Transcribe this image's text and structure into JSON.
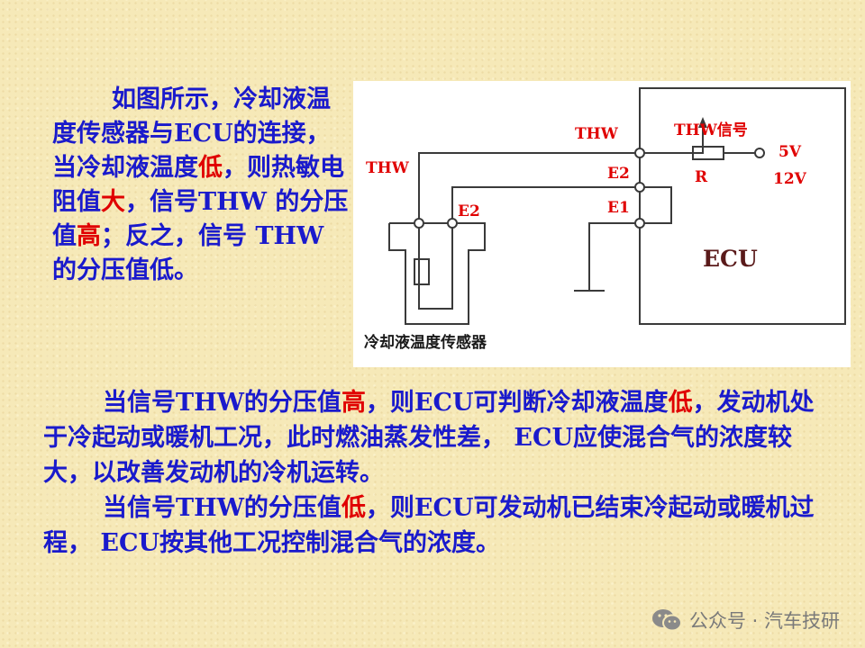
{
  "intro": {
    "p1": "如图所示，冷却液温度传感器与ECU的连接，当冷却液温度",
    "r1": "低",
    "p2": "，则热敏电阻值",
    "r2": "大",
    "p3": "，信号THW 的分压值",
    "r3": "高",
    "p4": "；反之，信号 THW 的分压值低。"
  },
  "body": {
    "s1a": "当信号THW的分压值",
    "s1r1": "高",
    "s1b": "，则ECU可判断冷却液温度",
    "s1r2": "低",
    "s1c": "，发动机处于冷起动或暖机工况，此时燃油蒸发性差， ECU应使混合气的浓度较大，以改善发动机的冷机运转。",
    "s2a": "当信号THW的分压值",
    "s2r1": "低",
    "s2b": "，则ECU可发动机已结束冷起动或暖机过程， ECU按其他工况控制混合气的浓度。"
  },
  "diagram": {
    "thw_left": "THW",
    "thw_top": "THW",
    "thw_signal": "THW信号",
    "e2_left": "E2",
    "e2_right": "E2",
    "e1": "E1",
    "r": "R",
    "v5": "5V",
    "v12": "12V",
    "ecu": "ECU",
    "sensor_caption": "冷却液温度传感器"
  },
  "watermark": {
    "text": "公众号 · 汽车技研",
    "icon": "wechat-icon"
  },
  "colors": {
    "text_blue": "#1a1acc",
    "highlight_red": "#e00000",
    "background": "#f6e9b8"
  }
}
